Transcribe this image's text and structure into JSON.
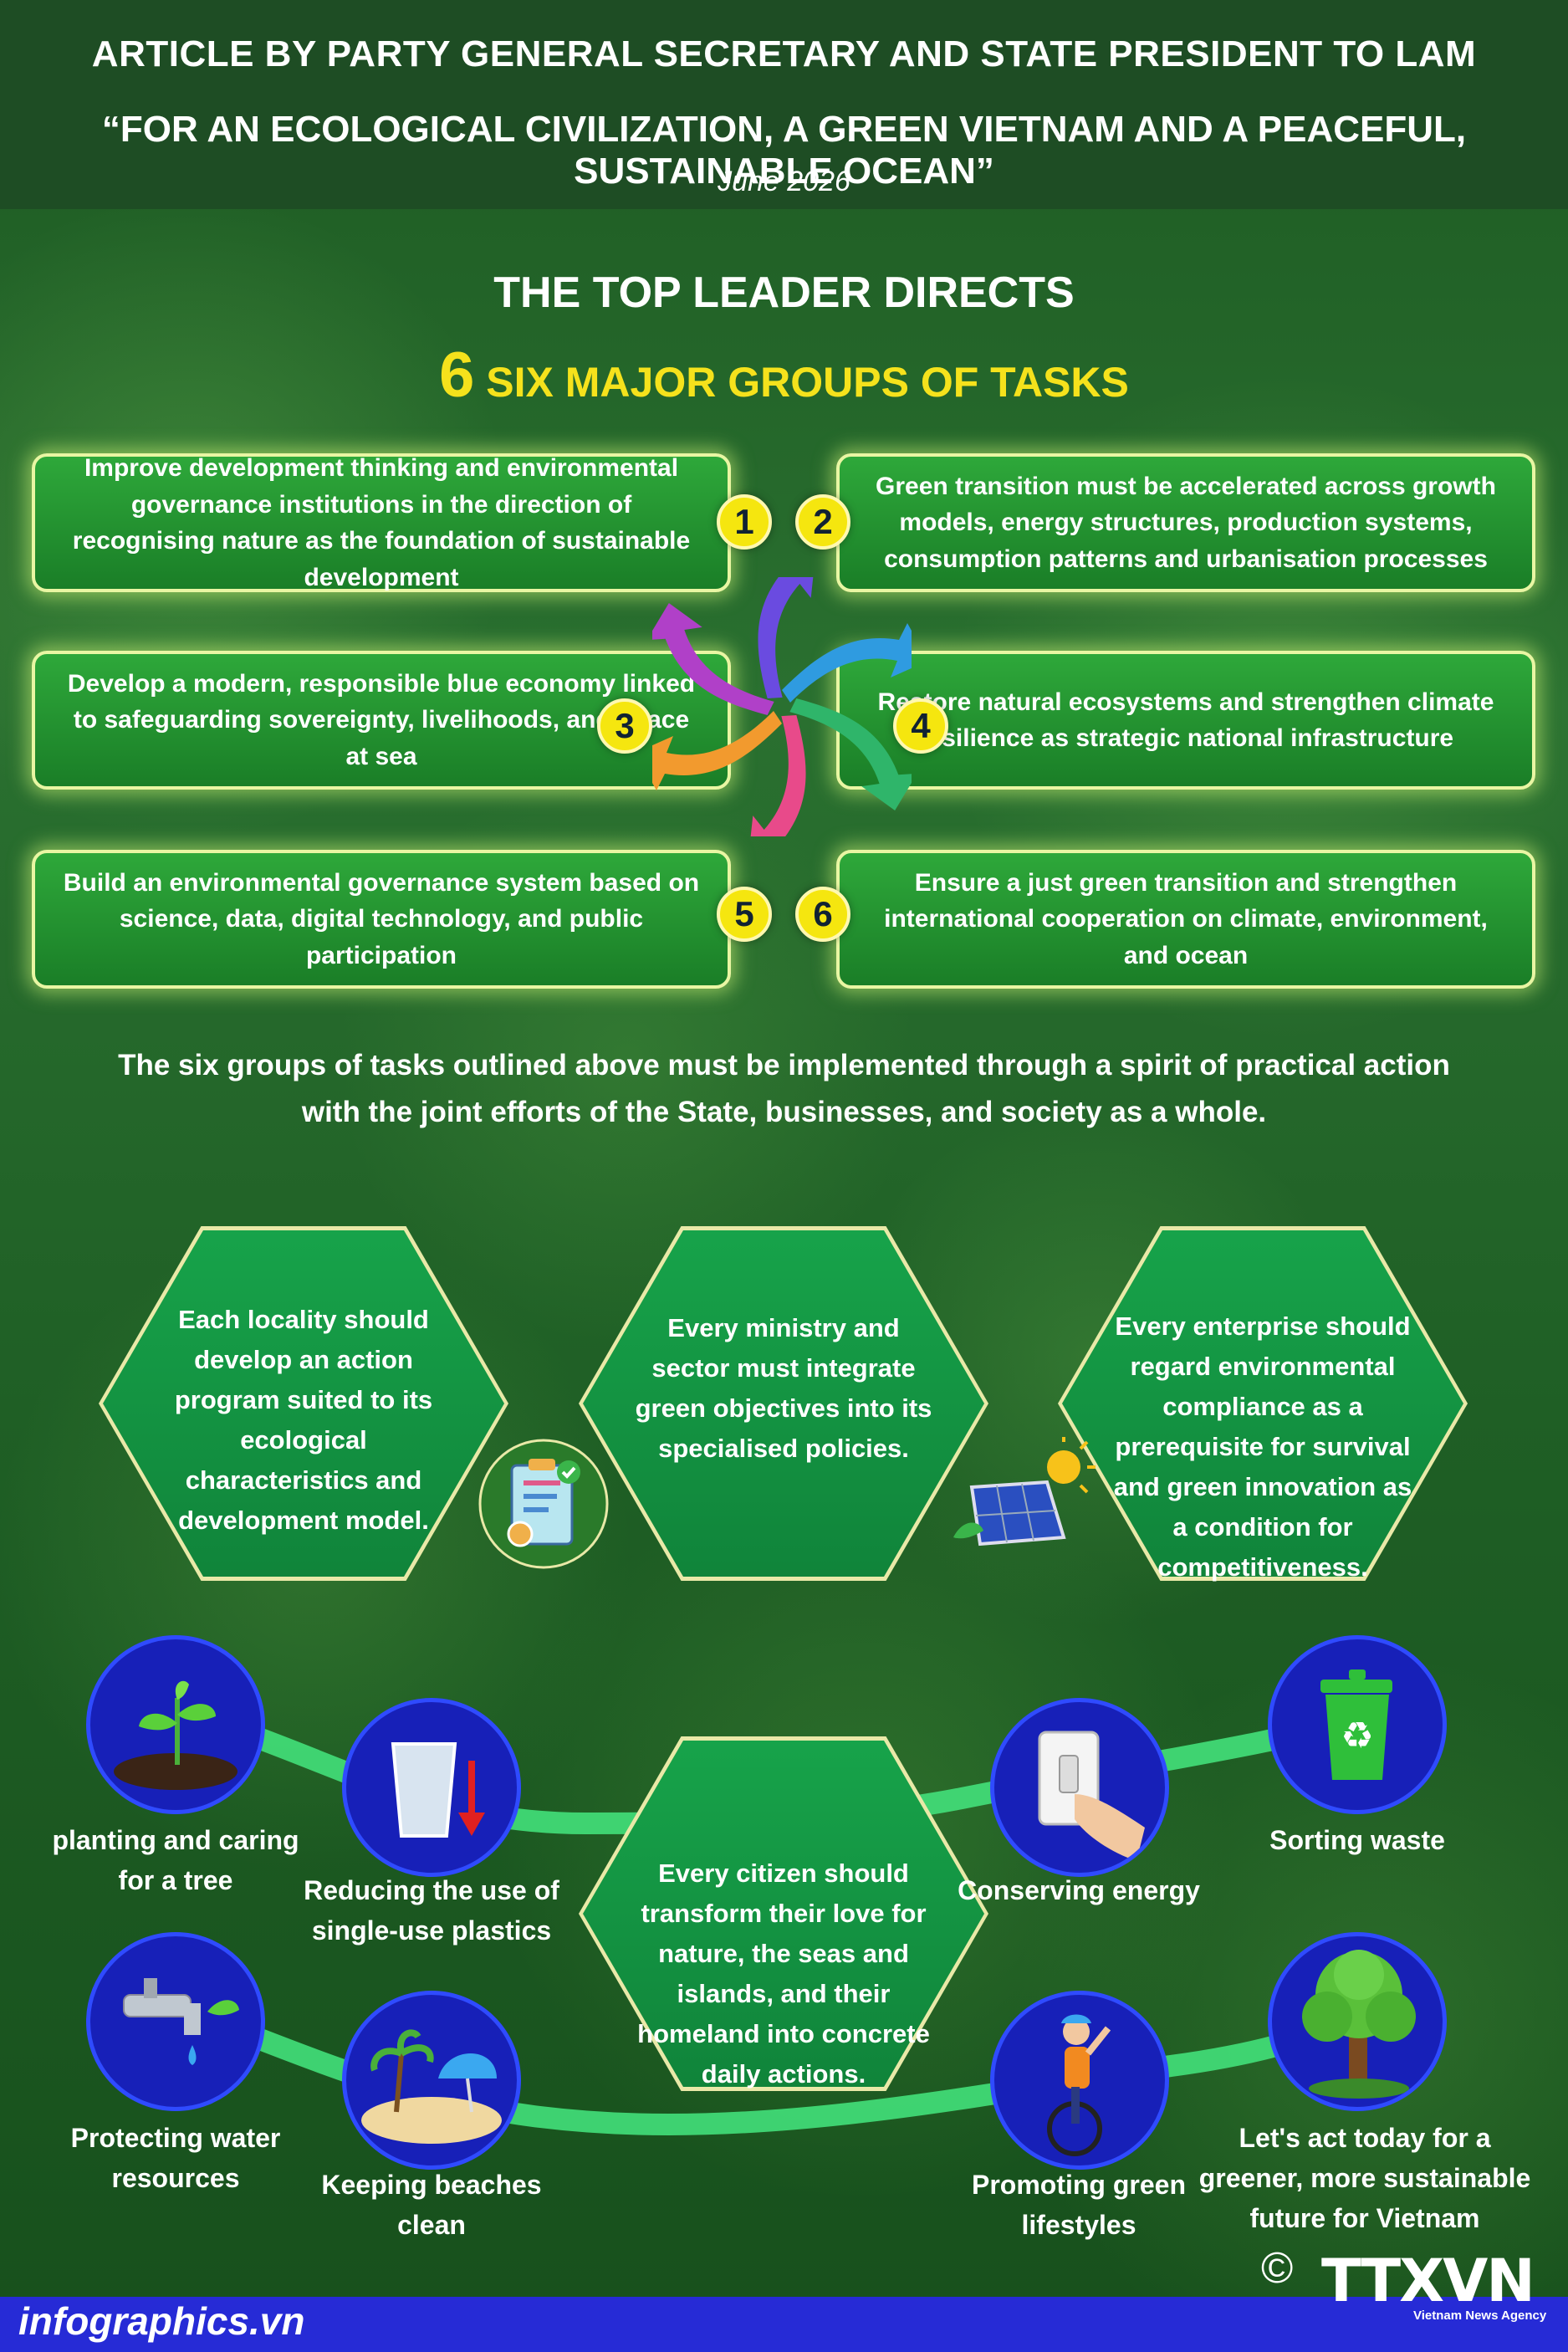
{
  "header": {
    "line1": "ARTICLE BY PARTY GENERAL SECRETARY AND STATE PRESIDENT TO LAM",
    "line2": "“FOR AN ECOLOGICAL CIVILIZATION, A GREEN VIETNAM AND A PEACEFUL, SUSTAINABLE OCEAN”",
    "date": "June 2026"
  },
  "title": {
    "line1": "THE TOP LEADER DIRECTS",
    "number": "6",
    "line2": "SIX MAJOR GROUPS OF TASKS"
  },
  "tasks": [
    {
      "num": "1",
      "text": "Improve development thinking and environmental governance institutions in the direction of recognising nature as the foundation of sustainable development"
    },
    {
      "num": "2",
      "text": "Green transition must be accelerated across growth models, energy structures, production systems, consumption patterns and urbanisation processes"
    },
    {
      "num": "3",
      "text": "Develop a modern, responsible blue economy linked to safeguarding sovereignty, livelihoods, and peace at sea"
    },
    {
      "num": "4",
      "text": "Restore natural ecosystems and strengthen climate resilience as strategic national infrastructure"
    },
    {
      "num": "5",
      "text": "Build an environmental governance system based on science, data, digital technology, and public participation"
    },
    {
      "num": "6",
      "text": "Ensure a just green transition and strengthen international cooperation on climate, environment, and ocean"
    }
  ],
  "paragraph": {
    "line1": "The six groups of tasks outlined above must be implemented through a spirit of practical action",
    "line2": "with the joint efforts of the State, businesses, and society as a whole."
  },
  "hexagons": [
    {
      "text": "Each locality should develop an action program suited to its ecological characteristics and development model."
    },
    {
      "text": "Every ministry and sector must integrate green objectives into its specialised policies."
    },
    {
      "text": "Every enterprise should regard environmental compliance as a prerequisite for survival and green innovation as a condition for competitiveness."
    },
    {
      "text": "Every citizen should transform their love for nature, the seas and islands, and their homeland into concrete daily actions."
    }
  ],
  "actions": [
    {
      "label": "planting and caring for a tree",
      "icon": "sapling-icon"
    },
    {
      "label": "Reducing the use of single-use plastics",
      "icon": "plastic-cup-icon"
    },
    {
      "label": "Conserving energy",
      "icon": "light-switch-icon"
    },
    {
      "label": "Sorting waste",
      "icon": "recycle-bin-icon"
    },
    {
      "label": "Protecting water resources",
      "icon": "water-tap-icon"
    },
    {
      "label": "Keeping beaches clean",
      "icon": "beach-icon"
    },
    {
      "label": "Promoting green lifestyles",
      "icon": "cyclist-icon"
    },
    {
      "label": "Let's act today for a greener, more sustainable future for Vietnam",
      "icon": "tree-icon"
    }
  ],
  "footer": {
    "site": "infographics.vn",
    "copyright": "©",
    "logo": "TTXVN",
    "logo_sub": "Vietnam News Agency"
  },
  "colors": {
    "header_bg": "#1e4d24",
    "accent_yellow": "#f5e21c",
    "task_border": "#e9f6a3",
    "circle_blue": "#1720b8",
    "footer_bar": "#262bd6"
  }
}
